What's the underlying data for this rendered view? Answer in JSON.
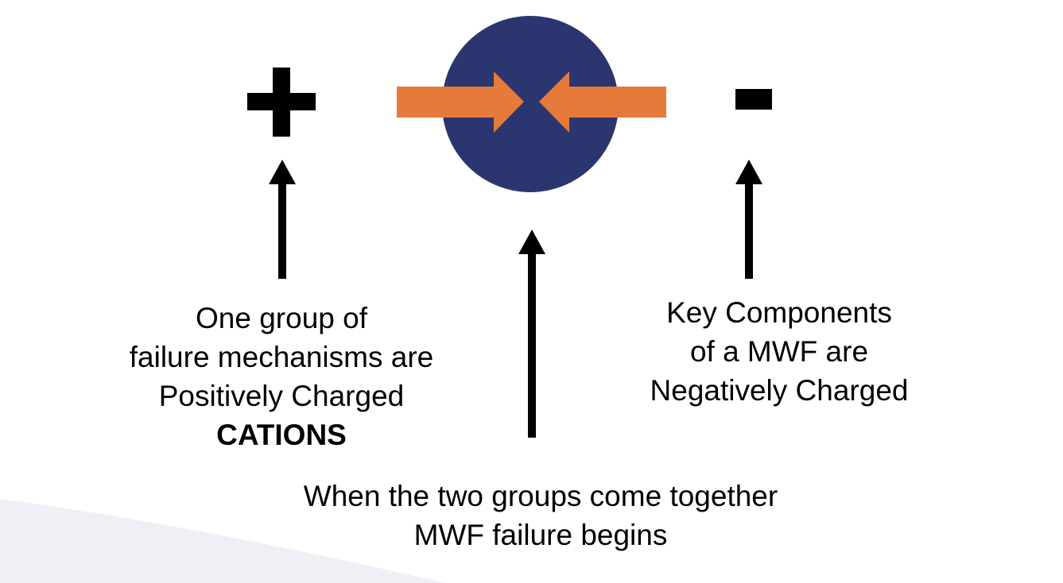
{
  "diagram": {
    "positive_sign": "+",
    "negative_sign": "-",
    "colors": {
      "circle": "#2b3670",
      "arrow": "#e57a3a",
      "ink": "#000000",
      "wave": "#eef0f6"
    },
    "left_label": {
      "line1": "One group of",
      "line2": "failure mechanisms are",
      "line3": "Positively Charged",
      "line4": "CATIONS"
    },
    "right_label": {
      "line1": "Key Components",
      "line2": "of a MWF are",
      "line3": "Negatively Charged"
    },
    "bottom_label": {
      "line1": "When the two groups come together",
      "line2": "MWF failure begins"
    }
  }
}
